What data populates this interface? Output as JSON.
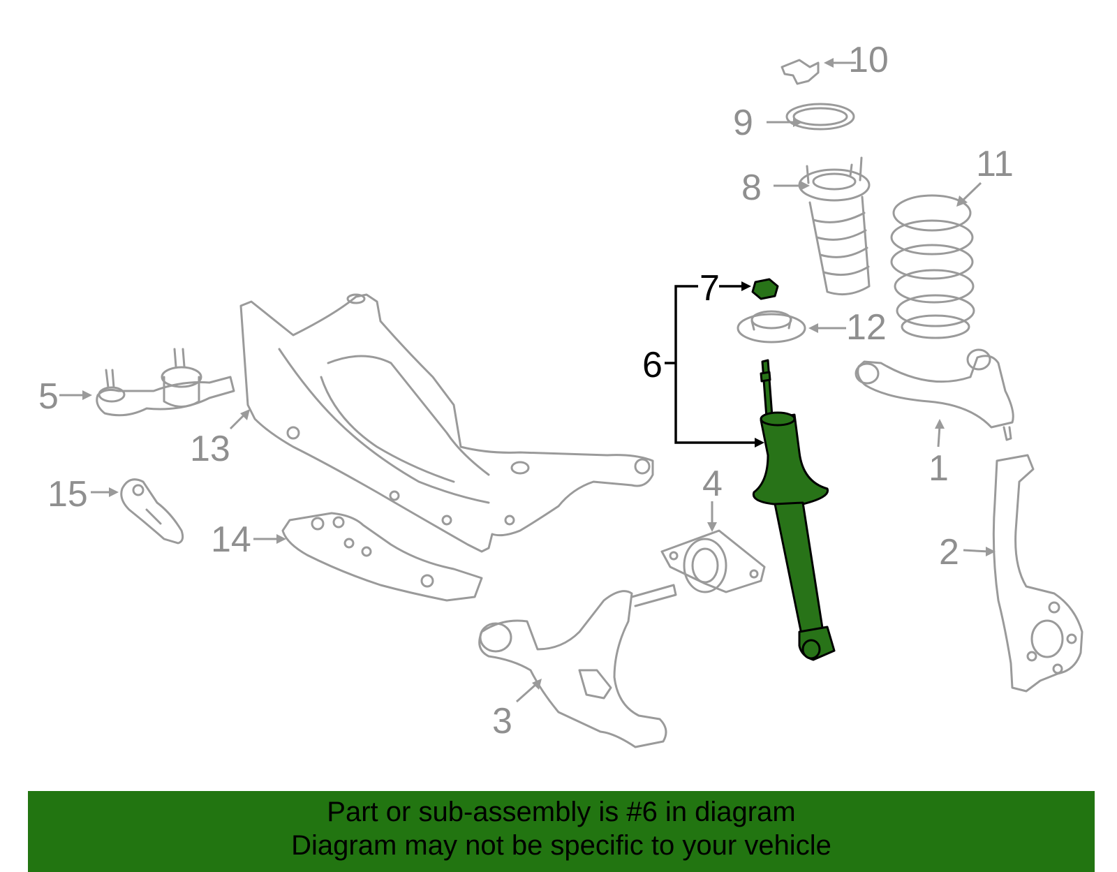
{
  "callouts": {
    "c1": "1",
    "c2": "2",
    "c3": "3",
    "c4": "4",
    "c5": "5",
    "c6": "6",
    "c7": "7",
    "c8": "8",
    "c9": "9",
    "c10": "10",
    "c11": "11",
    "c12": "12",
    "c13": "13",
    "c14": "14",
    "c15": "15"
  },
  "highlighted_part": "6",
  "colors": {
    "highlight_fill": "#287318",
    "banner_background": "#227511",
    "diagram_lines": "#9a9a9a"
  },
  "banner": {
    "line1": "Part or sub-assembly is #6 in diagram",
    "line2": "Diagram may not be specific to your vehicle"
  }
}
